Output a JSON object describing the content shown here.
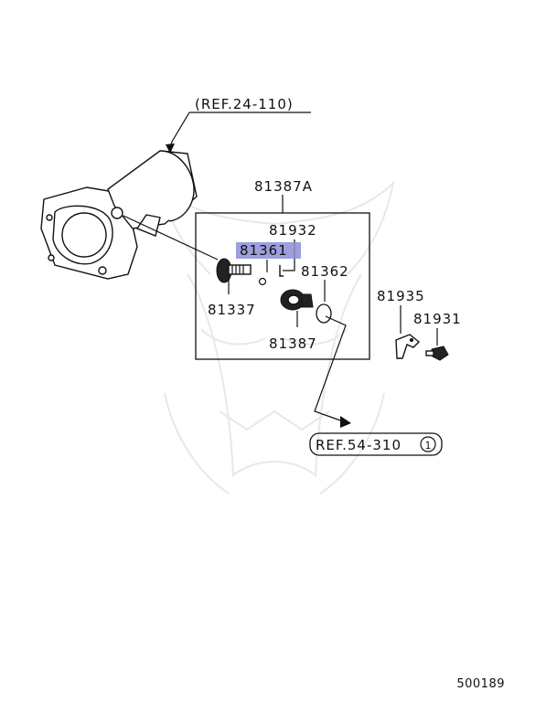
{
  "diagram": {
    "references": {
      "ref_top": "(REF.24-110)",
      "ref_bottom_text": "REF.54-310",
      "ref_bottom_circle": "1"
    },
    "parts": {
      "p81387A": "81387A",
      "p81932": "81932",
      "p81361": "81361",
      "p81362": "81362",
      "p81337": "81337",
      "p81387": "81387",
      "p81935": "81935",
      "p81931": "81931"
    },
    "highlight_color": "#8c8fd6",
    "document_number": "500189"
  }
}
